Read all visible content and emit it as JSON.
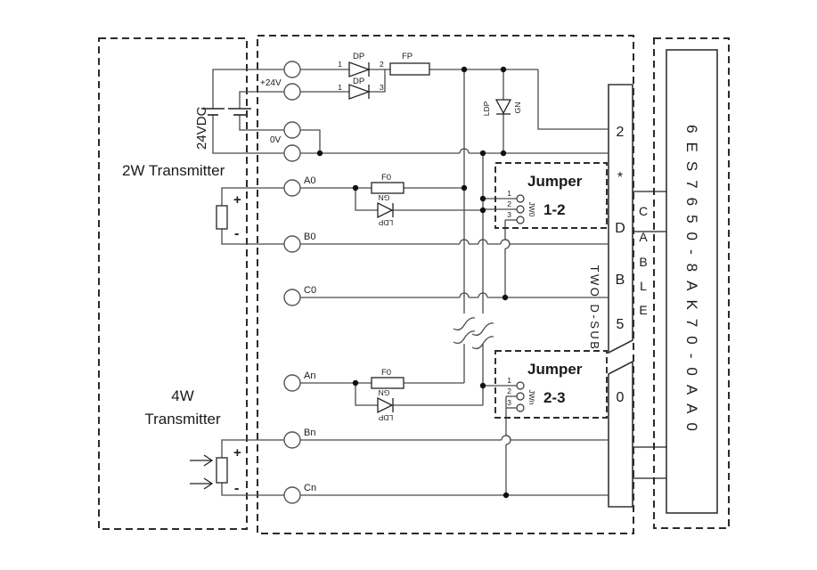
{
  "colors": {
    "wire": "#4a4a4a",
    "dark": "#222222",
    "text": "#1a1a1a",
    "background": "#ffffff"
  },
  "left_panel": {
    "transmitter_2w": "2W Transmitter",
    "transmitter_4w_l1": "4W",
    "transmitter_4w_l2": "Transmitter",
    "supply": "24VDC",
    "plus": "+",
    "minus": "-"
  },
  "terminals": {
    "p24v": "+24V",
    "zv": "0V",
    "a0": "A0",
    "b0": "B0",
    "c0": "C0",
    "an": "An",
    "bn": "Bn",
    "cn": "Cn"
  },
  "components": {
    "dp1": {
      "label": "DP",
      "pin_l": "1",
      "pin_r": "2"
    },
    "dp2": {
      "label": "DP",
      "pin_l": "1",
      "pin_r": "3"
    },
    "fp": "FP",
    "f0_a": "F0",
    "f0_n": "F0",
    "led_top": {
      "left": "LDP",
      "right": "GN"
    },
    "led_a": {
      "top": "GN",
      "bottom": "LDP"
    },
    "led_n": {
      "top": "GN",
      "bottom": "LDP"
    }
  },
  "jumper12": {
    "title": "Jumper",
    "setting": "1-2",
    "ref": "JW0",
    "pins": [
      "1",
      "2",
      "3"
    ]
  },
  "jumper23": {
    "title": "Jumper",
    "setting": "2-3",
    "ref": "JWn",
    "pins": [
      "1",
      "2",
      "3"
    ]
  },
  "connector": {
    "label": "TWO D-SUB",
    "pins": [
      "2",
      "*",
      "D",
      "B",
      "5",
      "0"
    ]
  },
  "cable": {
    "letters": [
      "C",
      "A",
      "B",
      "L",
      "E"
    ]
  },
  "module": {
    "part_number": "6ES7650-8AK70-0AA0"
  }
}
